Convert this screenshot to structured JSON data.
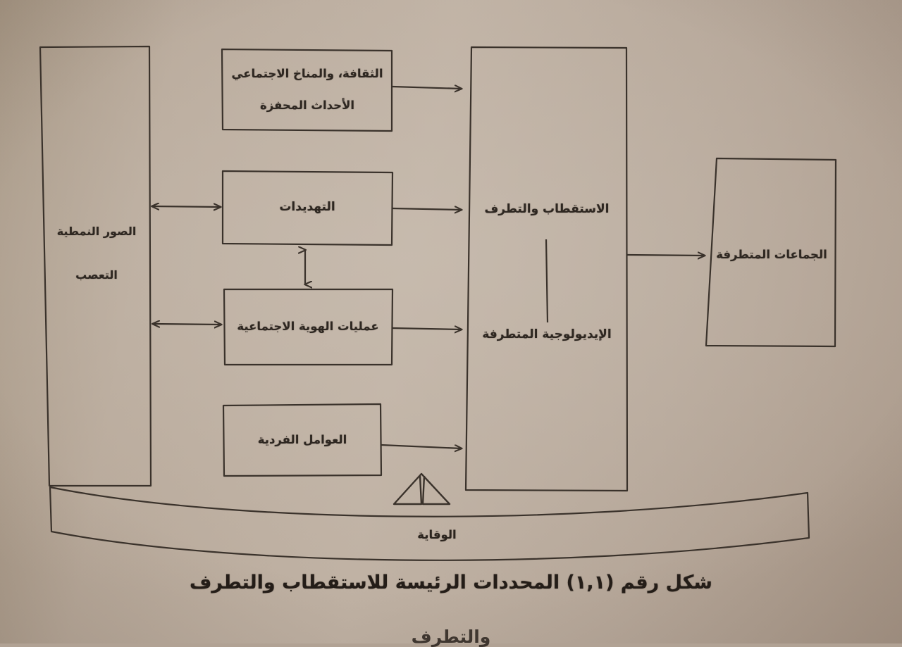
{
  "figure": {
    "caption": "شكل رقم (١,١) المحددات الرئيسة للاستقطاب والتطرف",
    "tail_text": "والتطرف",
    "ink_color": "#3a322b",
    "paper_color": "#b1a294"
  },
  "boxes": {
    "stereotypes": {
      "line1": "الصور النمطية",
      "line2": "التعصب"
    },
    "culture": {
      "line1": "الثقافة، والمناخ الاجتماعي",
      "line2": "الأحداث المحفزة"
    },
    "threats": {
      "line1": "التهديدات"
    },
    "social_identity": {
      "line1": "عمليات الهوية الاجتماعية"
    },
    "individual_factors": {
      "line1": "العوامل الفردية"
    },
    "polarization": {
      "line1": "الاستقطاب والتطرف",
      "line2": "الإيديولوجية المتطرفة"
    },
    "extremist_groups": {
      "line1": "الجماعات المتطرفة"
    }
  },
  "banner": {
    "label": "الوقاية"
  }
}
